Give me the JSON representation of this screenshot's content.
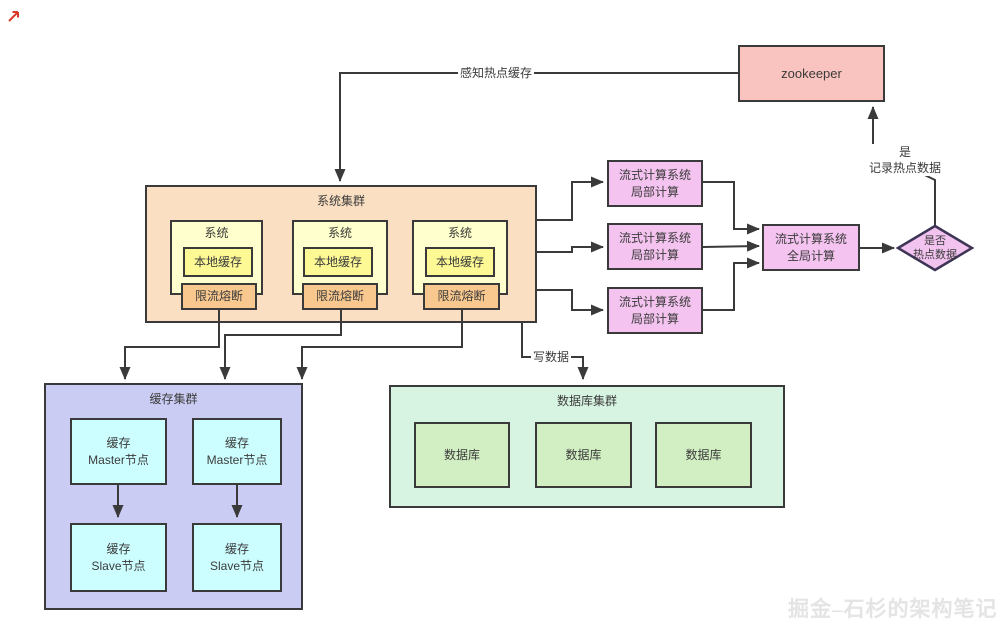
{
  "page": {
    "watermark": "掘金–石杉的架构笔记"
  },
  "labels": {
    "sense_hot_cache": "感知热点缓存",
    "write_data": "写数据",
    "decision_yes": "是",
    "record_hot_data": "记录热点数据"
  },
  "nodes": {
    "zookeeper": {
      "title": "zookeeper"
    },
    "system_cluster": {
      "title": "系统集群",
      "systems": [
        {
          "title": "系统",
          "local_cache": "本地缓存",
          "rate_limit": "限流熔断"
        },
        {
          "title": "系统",
          "local_cache": "本地缓存",
          "rate_limit": "限流熔断"
        },
        {
          "title": "系统",
          "local_cache": "本地缓存",
          "rate_limit": "限流熔断"
        }
      ]
    },
    "stream_local": [
      {
        "line1": "流式计算系统",
        "line2": "局部计算"
      },
      {
        "line1": "流式计算系统",
        "line2": "局部计算"
      },
      {
        "line1": "流式计算系统",
        "line2": "局部计算"
      }
    ],
    "stream_global": {
      "line1": "流式计算系统",
      "line2": "全局计算"
    },
    "decision": {
      "line1": "是否",
      "line2": "热点数据"
    },
    "cache_cluster": {
      "title": "缓存集群",
      "masters": [
        {
          "line1": "缓存",
          "line2": "Master节点"
        },
        {
          "line1": "缓存",
          "line2": "Master节点"
        }
      ],
      "slaves": [
        {
          "line1": "缓存",
          "line2": "Slave节点"
        },
        {
          "line1": "缓存",
          "line2": "Slave节点"
        }
      ]
    },
    "db_cluster": {
      "title": "数据库集群",
      "databases": [
        "数据库",
        "数据库",
        "数据库"
      ]
    }
  },
  "colors": {
    "zookeeper_fill": "#f9c4bf",
    "system_cluster_fill": "#fbdfc2",
    "system_fill": "#feffcc",
    "local_cache_fill": "#fdfa96",
    "rate_limit_fill": "#f9c88e",
    "stream_fill": "#f4c3f0",
    "decision_fill": "#f2c3ef",
    "cache_cluster_fill": "#cbccf4",
    "cache_node_fill": "#ccfeff",
    "db_cluster_fill": "#d7f4e3",
    "db_fill": "#d2efc3",
    "line": "#3a3a3a",
    "accent_red": "#d93a2b"
  }
}
